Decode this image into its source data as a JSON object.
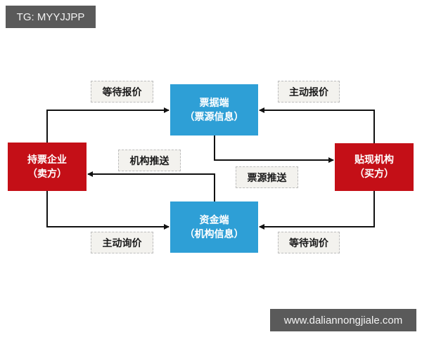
{
  "watermark_top": "TG: MYYJJPP",
  "watermark_bottom": "www.daliannongjiale.com",
  "colors": {
    "blue_node": "#2e9fd6",
    "red_node": "#c40f17",
    "label_bg": "#f3f2ee",
    "arrow": "#111111"
  },
  "nodes": {
    "bill_end": {
      "line1": "票据端",
      "line2": "（票源信息）"
    },
    "fund_end": {
      "line1": "资金端",
      "line2": "（机构信息）"
    },
    "holder": {
      "line1": "持票企业",
      "line2": "（卖方）"
    },
    "discounter": {
      "line1": "贴现机构",
      "line2": "（买方）"
    }
  },
  "labels": {
    "wait_quote": "等待报价",
    "active_quote": "主动报价",
    "institution_push": "机构推送",
    "bill_push": "票源推送",
    "active_inquiry": "主动询价",
    "wait_inquiry": "等待询价"
  }
}
